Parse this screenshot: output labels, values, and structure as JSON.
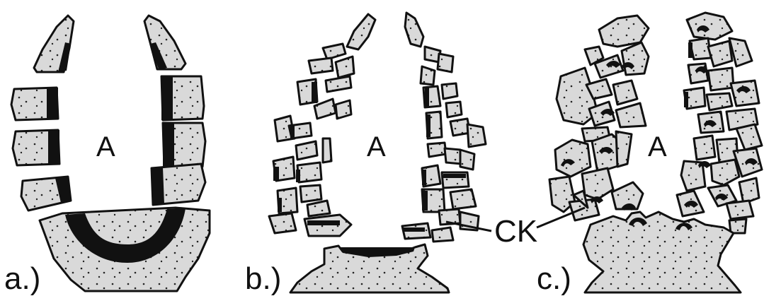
{
  "panels": [
    {
      "label": "a.)",
      "center_label": "A"
    },
    {
      "label": "b.)",
      "center_label": "A"
    },
    {
      "label": "c.)",
      "center_label": "A"
    }
  ],
  "annotation": {
    "label": "CK"
  },
  "colors": {
    "fill": "#d9d9d9",
    "outline": "#111111",
    "dark_band": "#111111",
    "background": "#ffffff"
  }
}
